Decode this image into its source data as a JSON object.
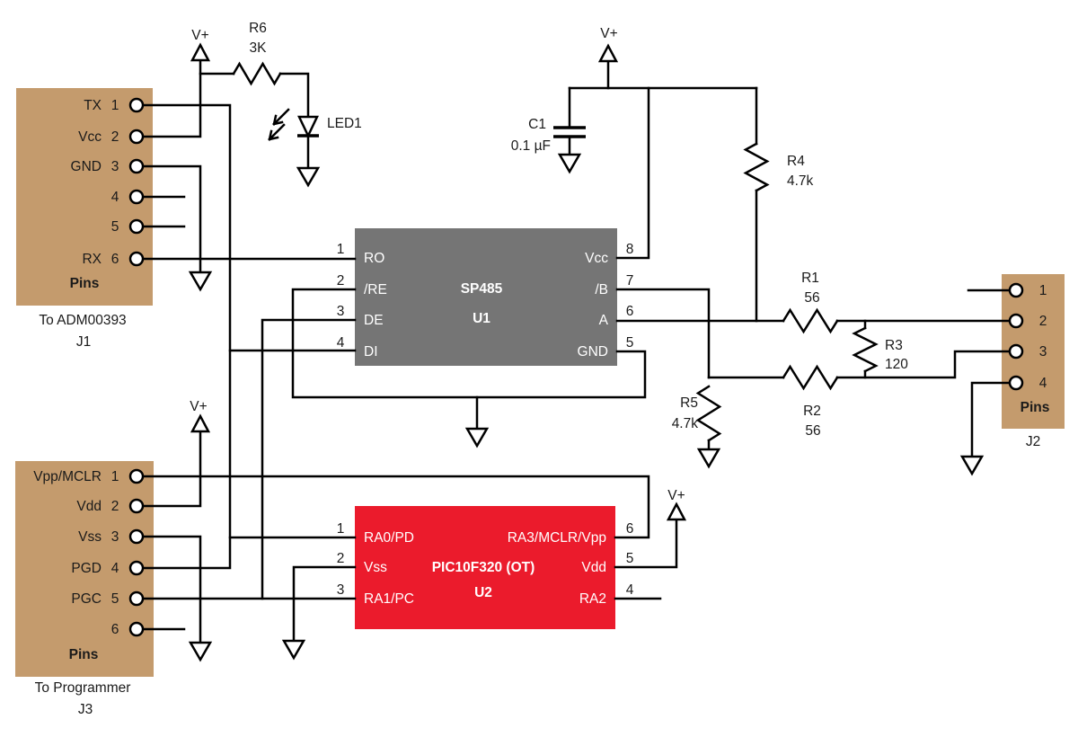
{
  "power": {
    "vplus": "V+"
  },
  "connectors": {
    "j1": {
      "pins_label": "Pins",
      "caption1": "To ADM00393",
      "caption2": "J1",
      "pins": [
        {
          "number": "1",
          "label": "TX"
        },
        {
          "number": "2",
          "label": "Vcc"
        },
        {
          "number": "3",
          "label": "GND"
        },
        {
          "number": "4",
          "label": ""
        },
        {
          "number": "5",
          "label": ""
        },
        {
          "number": "6",
          "label": "RX"
        }
      ]
    },
    "j2": {
      "pins_label": "Pins",
      "caption1": "J2",
      "pins": [
        {
          "number": "1"
        },
        {
          "number": "2"
        },
        {
          "number": "3"
        },
        {
          "number": "4"
        }
      ]
    },
    "j3": {
      "pins_label": "Pins",
      "caption1": "To Programmer",
      "caption2": "J3",
      "pins": [
        {
          "number": "1",
          "label": "Vpp/MCLR"
        },
        {
          "number": "2",
          "label": "Vdd"
        },
        {
          "number": "3",
          "label": "Vss"
        },
        {
          "number": "4",
          "label": "PGD"
        },
        {
          "number": "5",
          "label": "PGC"
        },
        {
          "number": "6",
          "label": ""
        }
      ]
    }
  },
  "ics": {
    "u1": {
      "name": "SP485",
      "ref": "U1",
      "left": [
        {
          "number": "1",
          "label": "RO"
        },
        {
          "number": "2",
          "label": "/RE"
        },
        {
          "number": "3",
          "label": "DE"
        },
        {
          "number": "4",
          "label": "DI"
        }
      ],
      "right": [
        {
          "number": "8",
          "label": "Vcc"
        },
        {
          "number": "7",
          "label": "/B"
        },
        {
          "number": "6",
          "label": "A"
        },
        {
          "number": "5",
          "label": "GND"
        }
      ]
    },
    "u2": {
      "name": "PIC10F320 (OT)",
      "ref": "U2",
      "left": [
        {
          "number": "1",
          "label": "RA0/PD"
        },
        {
          "number": "2",
          "label": "Vss"
        },
        {
          "number": "3",
          "label": "RA1/PC"
        }
      ],
      "right": [
        {
          "number": "6",
          "label": "RA3/MCLR/Vpp"
        },
        {
          "number": "5",
          "label": "Vdd"
        },
        {
          "number": "4",
          "label": "RA2"
        }
      ]
    }
  },
  "resistors": [
    {
      "ref": "R6",
      "value": "3K"
    },
    {
      "ref": "R4",
      "value": "4.7k"
    },
    {
      "ref": "R1",
      "value": "56"
    },
    {
      "ref": "R3",
      "value": "120"
    },
    {
      "ref": "R2",
      "value": "56"
    },
    {
      "ref": "R5",
      "value": "4.7k"
    }
  ],
  "capacitor": {
    "ref": "C1",
    "value": "0.1 µF"
  },
  "led": {
    "ref": "LED1"
  },
  "colors": {
    "connector_fill": "#C49B6D",
    "u1_fill": "#757575",
    "u2_fill": "#EB1B2C",
    "wire": "#000000"
  }
}
